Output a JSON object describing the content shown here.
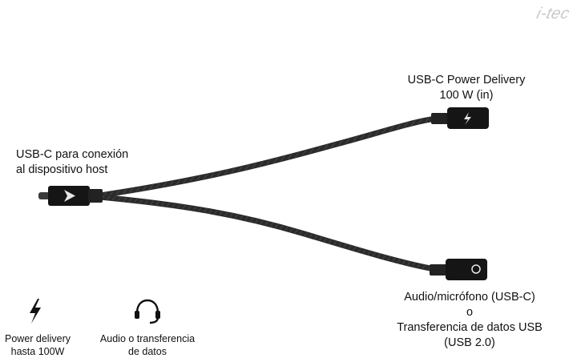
{
  "brand": {
    "logo_text": "i-tec"
  },
  "labels": {
    "host": [
      "USB-C para conexión",
      "al dispositivo host"
    ],
    "power": [
      "USB-C Power Delivery",
      "100 W (in)"
    ],
    "audio": [
      "Audio/micrófono (USB-C)",
      "o",
      "Transferencia de datos USB",
      "(USB 2.0)"
    ]
  },
  "features": [
    {
      "icon": "lightning-bolt-icon",
      "text": [
        "Power delivery",
        "hasta 100W"
      ]
    },
    {
      "icon": "headset-icon",
      "text": [
        "Audio o transferencia",
        "de datos"
      ]
    }
  ],
  "colors": {
    "cable": "#2a2a2a",
    "connector": "#151515",
    "logo": "#c9c9c9"
  }
}
